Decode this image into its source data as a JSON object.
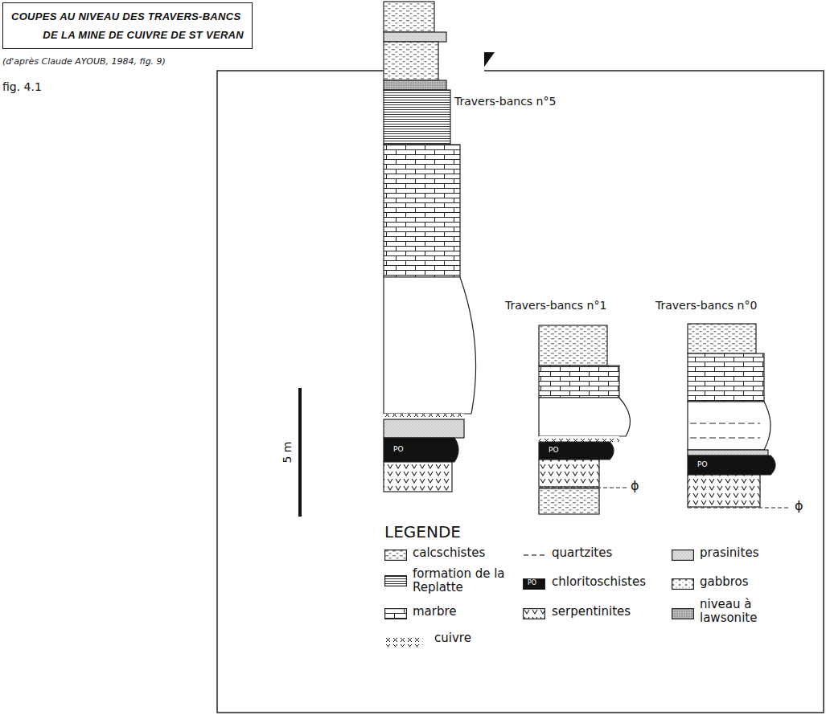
{
  "diagram": {
    "title": "COUPES AU NIVEAU DES TRAVERS-BANCS DE LA MINE DE CUIVRE DE ST VERAN",
    "caption": "(d'après Claude AYOUB, 1984, fig. 9)",
    "labels": [
      "fig. 4.1",
      "Travers-bancs n°5",
      "Travers-bancs n°1",
      "Travers-bancs n°0",
      "5 m",
      "PO",
      "PO",
      "PO",
      "ϕ",
      "ϕ",
      "LEGENDE",
      "PO"
    ],
    "legend": [
      {
        "text": "calcschistes"
      },
      {
        "text": "quartzites"
      },
      {
        "text": "prasinites"
      },
      {
        "text": "formation de la Replatte"
      },
      {
        "text": "chloritoschistes",
        "color": "#111111"
      },
      {
        "text": "gabbros"
      },
      {
        "text": "marbre"
      },
      {
        "text": "serpentinites"
      },
      {
        "text": "niveau à lawsonite"
      },
      {
        "text": "cuivre"
      }
    ]
  }
}
